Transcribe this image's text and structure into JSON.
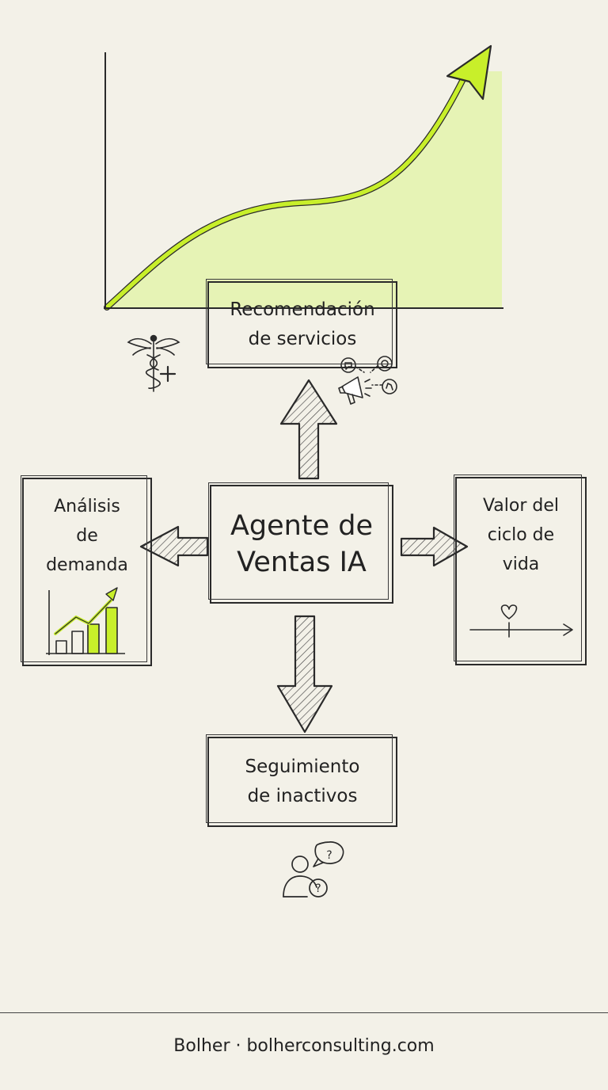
{
  "nodes": {
    "center": [
      "Agente de",
      "Ventas IA"
    ],
    "top": [
      "Recomendación",
      "de servicios"
    ],
    "left": [
      "Análisis",
      "de",
      "demanda"
    ],
    "right": [
      "Valor del",
      "ciclo de",
      "vida"
    ],
    "bottom": [
      "Seguimiento",
      "de inactivos"
    ]
  },
  "footer": "Bolher · bolherconsulting.com",
  "icon_glyphs": {
    "question": "?",
    "plus": "+"
  },
  "icons": [
    "growth-chart-icon",
    "caduceus-icon",
    "megaphone-network-icon",
    "bar-chart-growth-icon",
    "heart-timeline-icon",
    "users-question-icon"
  ],
  "colors": {
    "accent": "#c8ef2a",
    "accent_fill": "#e6f3b5",
    "ink": "#222222",
    "paper": "#f3f1e8"
  }
}
